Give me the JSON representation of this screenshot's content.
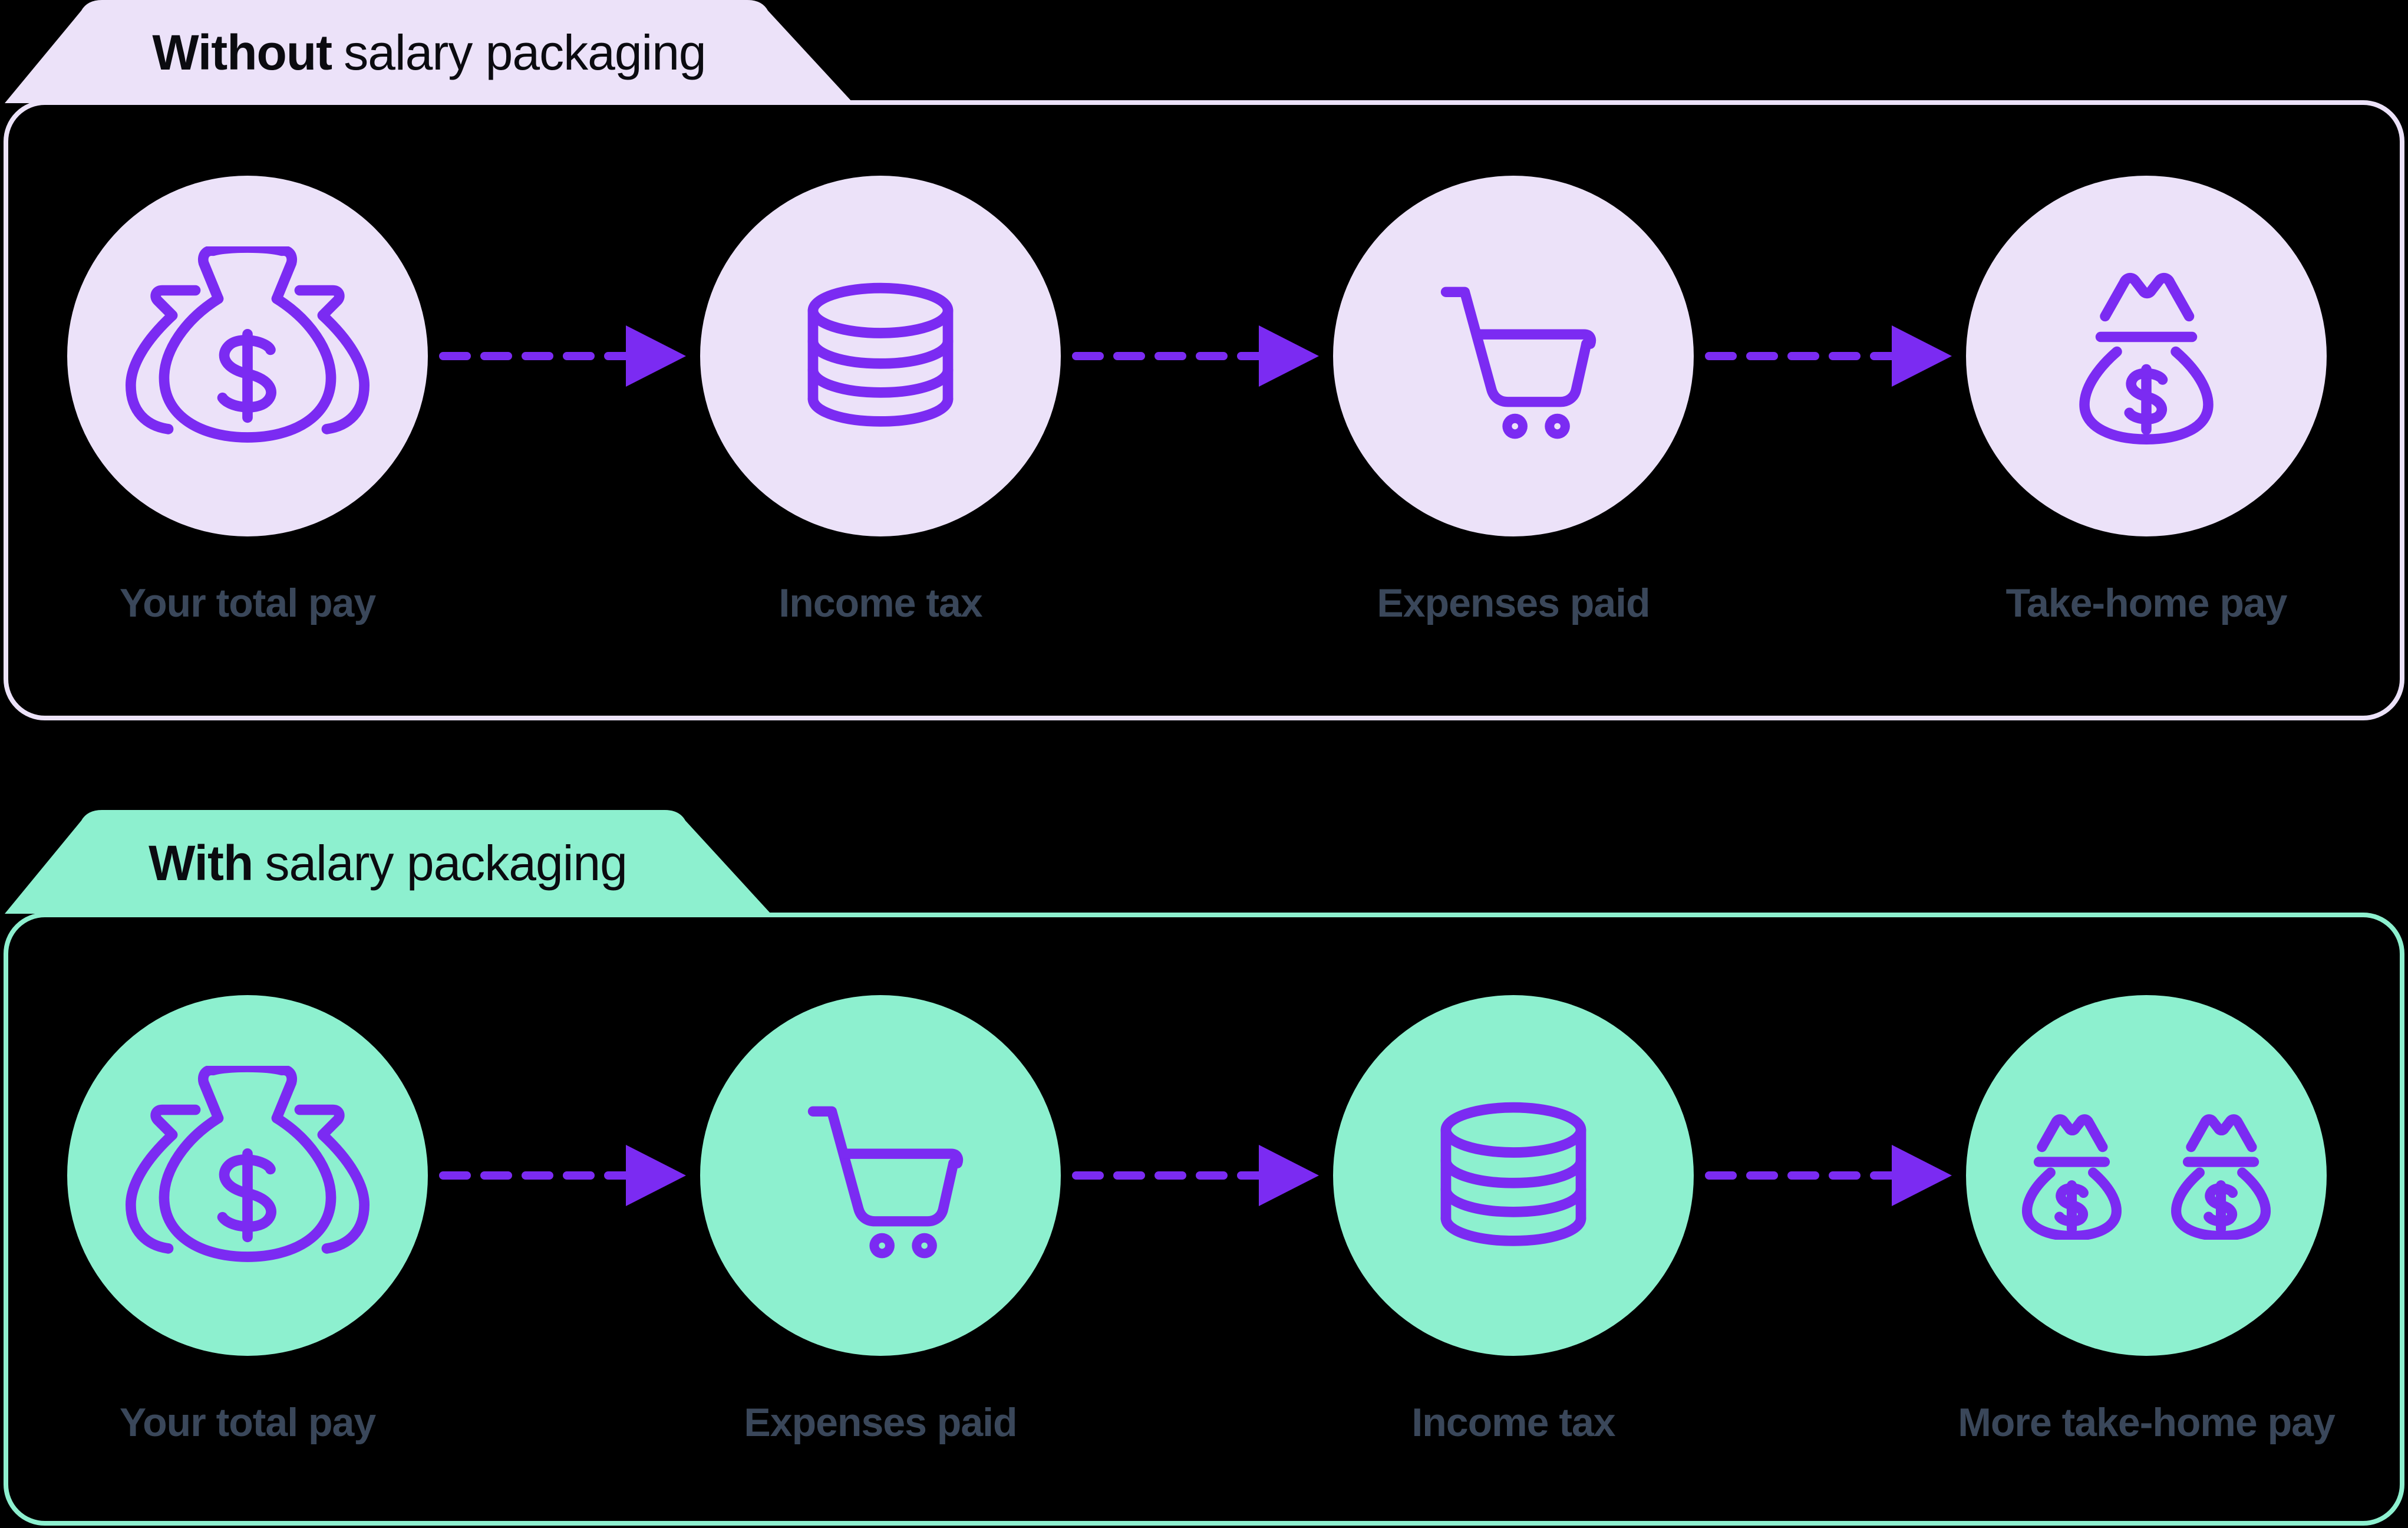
{
  "colors": {
    "background": "#000000",
    "lavender": "#ECE2F9",
    "green": "#8DF0CF",
    "purple": "#7B2BF2",
    "label_text": "#3A475A",
    "tab_text": "#0B0B10"
  },
  "panels": [
    {
      "tab": {
        "bold": "Without",
        "rest": "salary packaging"
      },
      "steps": [
        {
          "label": "Your total pay",
          "icon": "money-bags-icon"
        },
        {
          "label": "Income tax",
          "icon": "coin-stack-icon"
        },
        {
          "label": "Expenses paid",
          "icon": "shopping-cart-icon"
        },
        {
          "label": "Take-home pay",
          "icon": "money-bag-crown-icon"
        }
      ]
    },
    {
      "tab": {
        "bold": "With",
        "rest": "salary packaging"
      },
      "steps": [
        {
          "label": "Your total pay",
          "icon": "money-bags-icon"
        },
        {
          "label": "Expenses paid",
          "icon": "shopping-cart-icon"
        },
        {
          "label": "Income tax",
          "icon": "coin-stack-icon"
        },
        {
          "label": "More take-home pay",
          "icon": "money-bags-double-icon"
        }
      ]
    }
  ]
}
